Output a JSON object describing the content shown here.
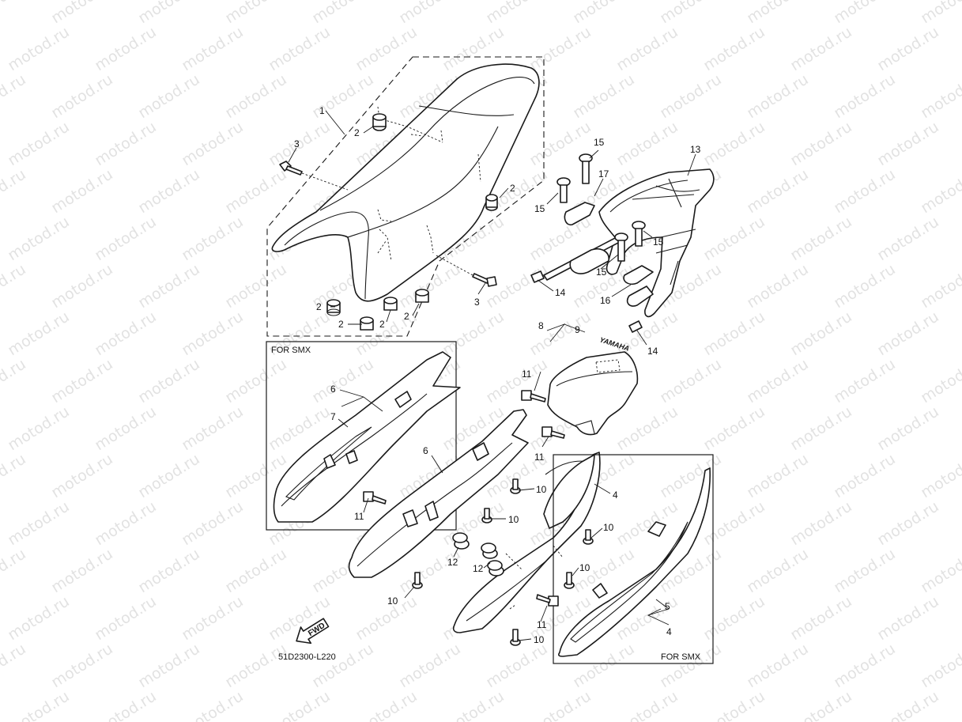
{
  "watermark": "motod.ru",
  "diagram_code": "51D2300-L220",
  "fwd_label": "FWD",
  "variant_label": "FOR SMX",
  "brand_text": "YAMAHA",
  "callouts": {
    "seat": "1",
    "damper": "2",
    "seat_bolt": "3",
    "side_cover_right": "4",
    "graphic_right": "5",
    "side_cover_left": "6",
    "graphic_left": "7",
    "tail_cover": "8",
    "emblem": "9",
    "screw": "10",
    "bolt": "11",
    "grommet": "12",
    "carrier": "13",
    "cap": "14",
    "carrier_bolt": "15",
    "stay_left": "16",
    "stay_right": "17"
  }
}
